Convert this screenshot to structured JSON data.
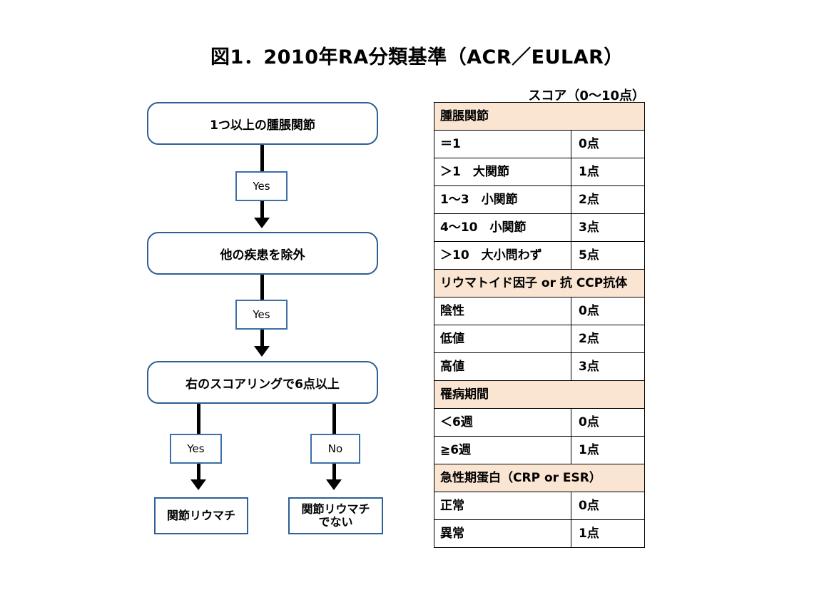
{
  "title": "図1．2010年RA分類基準（ACR／EULAR）",
  "flowchart": {
    "nodes": [
      {
        "id": "swollen-joint",
        "label": "1つ以上の腫脹関節"
      },
      {
        "id": "exclude-other",
        "label": "他の疾患を除外"
      },
      {
        "id": "score-six",
        "label": "右のスコアリングで6点以上"
      }
    ],
    "decisions": [
      {
        "id": "yes-1",
        "label": "Yes"
      },
      {
        "id": "yes-2",
        "label": "Yes"
      },
      {
        "id": "yes-3",
        "label": "Yes"
      },
      {
        "id": "no-1",
        "label": "No"
      }
    ],
    "terminals": [
      {
        "id": "ra-positive",
        "line1": "関節リウマチ",
        "line2": ""
      },
      {
        "id": "ra-negative",
        "line1": "関節リウマチ",
        "line2": "でない"
      }
    ]
  },
  "score_table": {
    "caption": "スコア（0～10点）",
    "header_bg": "#FAE4D2",
    "sections": [
      {
        "title": "腫脹関節",
        "rows": [
          {
            "criterion": "＝1",
            "points": "0点"
          },
          {
            "criterion": "＞1　大関節",
            "points": "1点"
          },
          {
            "criterion": "1～3　小関節",
            "points": "2点"
          },
          {
            "criterion": "4～10　小関節",
            "points": "3点"
          },
          {
            "criterion": "＞10　大小問わず",
            "points": "5点"
          }
        ]
      },
      {
        "title": "リウマトイド因子 or 抗 CCP抗体",
        "rows": [
          {
            "criterion": "陰性",
            "points": "0点"
          },
          {
            "criterion": "低値",
            "points": "2点"
          },
          {
            "criterion": "高値",
            "points": "3点"
          }
        ]
      },
      {
        "title": "罹病期間",
        "rows": [
          {
            "criterion": "＜6週",
            "points": "0点"
          },
          {
            "criterion": "≧6週",
            "points": "1点"
          }
        ]
      },
      {
        "title": "急性期蛋白（CRP or ESR）",
        "rows": [
          {
            "criterion": "正常",
            "points": "0点"
          },
          {
            "criterion": "異常",
            "points": "1点"
          }
        ]
      }
    ]
  },
  "colors": {
    "node_border": "#2E5F96",
    "label_border": "#3D6FA8",
    "connector": "#000000",
    "section_bg": "#FAE4D2",
    "page_bg": "#FFFFFF"
  }
}
